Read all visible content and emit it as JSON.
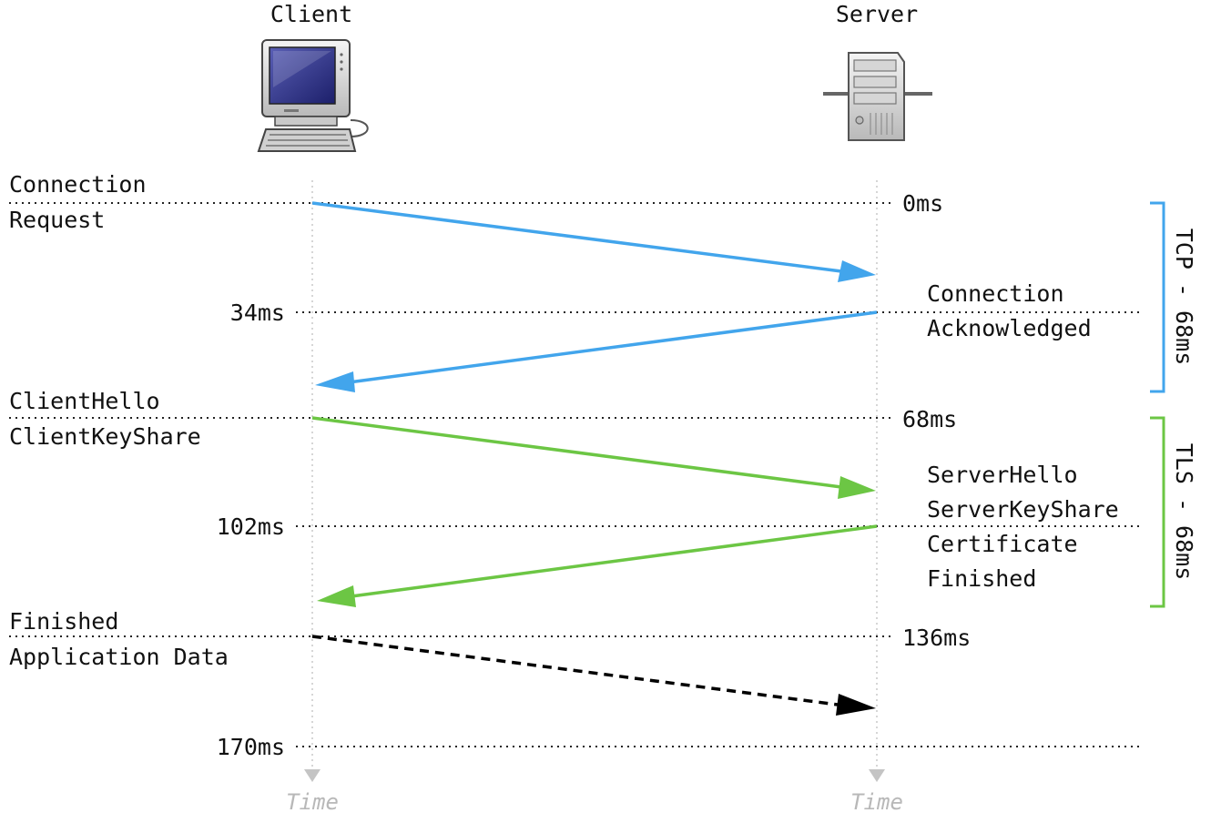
{
  "actors": {
    "client": "Client",
    "server": "Server"
  },
  "timeline": {
    "axis_label_client": "Time",
    "axis_label_server": "Time"
  },
  "client_messages": {
    "connection_request": [
      "Connection",
      "Request"
    ],
    "client_hello": [
      "ClientHello",
      "ClientKeyShare"
    ],
    "finished_app": [
      "Finished",
      "Application Data"
    ]
  },
  "server_messages": {
    "connection_ack": [
      "Connection",
      "Acknowledged"
    ],
    "server_hello": [
      "ServerHello",
      "ServerKeyShare",
      "Certificate",
      "Finished"
    ]
  },
  "times": {
    "t0": "0ms",
    "t34": "34ms",
    "t68": "68ms",
    "t102": "102ms",
    "t136": "136ms",
    "t170": "170ms"
  },
  "phases": {
    "tcp": "TCP - 68ms",
    "tls": "TLS - 68ms"
  },
  "colors": {
    "tcp": "#42a5ec",
    "tls": "#6cc644",
    "data": "#000000",
    "timeline": "#c8c8c8"
  },
  "icons": {
    "client": "desktop-computer-icon",
    "server": "server-tower-icon"
  }
}
